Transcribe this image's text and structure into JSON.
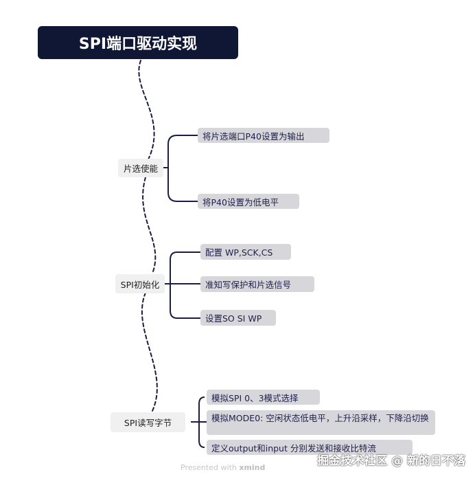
{
  "root": {
    "title": "SPI端口驱动实现"
  },
  "branches": [
    {
      "label": "片选使能",
      "children": [
        "将片选端口P40设置为输出",
        "将P40设置为低电平"
      ]
    },
    {
      "label": "SPI初始化",
      "children": [
        "配置 WP,SCK,CS",
        "准知写保护和片选信号",
        "设置SO SI WP"
      ]
    },
    {
      "label": "SPI读写字节",
      "children": [
        "模拟SPI  0、3模式选择",
        "模拟MODE0: 空闲状态低电平，上升沿采样，下降沿切换",
        "定义output和input 分别发送和接收比特流"
      ]
    }
  ],
  "footer": {
    "prefix": "Presented with",
    "brand": "xmind"
  },
  "watermark": "掘金技术社区 @ 新的日不落",
  "colors": {
    "root_bg": "#0f1735",
    "edge": "#1a1d3f",
    "leaf_bg": "#d7d7db",
    "branch_bg": "#f0f0f1"
  }
}
